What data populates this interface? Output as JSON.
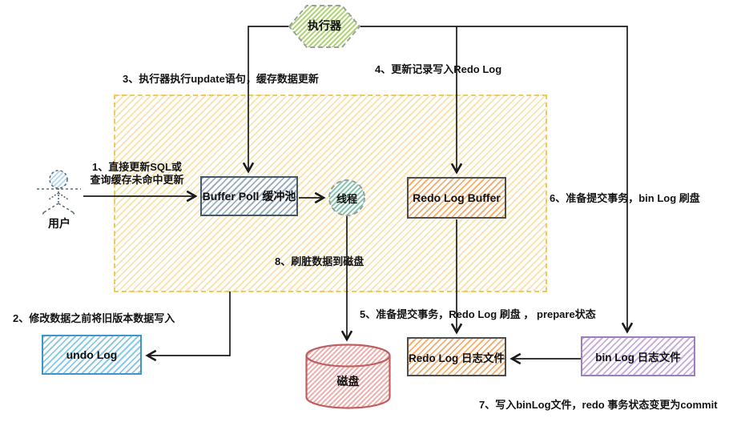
{
  "diagram": {
    "nodes": {
      "executor": {
        "label": "执行器",
        "fill": "#a8cf6f",
        "border": "#9aa0a6"
      },
      "user": {
        "label": "用户"
      },
      "buffer_pool": {
        "label": "Buffer Poll 缓冲池",
        "fill": "#9db0c2",
        "border": "#41586d"
      },
      "thread": {
        "label": "线程",
        "fill": "#7fbfa5",
        "border": "#9aa0a6"
      },
      "redo_log_buffer": {
        "label": "Redo Log Buffer",
        "fill": "#f3b377",
        "border": "#4d4d4d"
      },
      "undo_log": {
        "label": "undo Log",
        "fill": "#8ecae6",
        "border": "#3f96c4"
      },
      "disk": {
        "label": "磁盘",
        "fill": "#e59c9a",
        "border": "#bf6060"
      },
      "redo_log_file": {
        "label": "Redo Log 日志文件",
        "fill": "#f3b377",
        "border": "#4d4d4d"
      },
      "bin_log_file": {
        "label": "bin Log 日志文件",
        "fill": "#c8afdd",
        "border": "#9b7fc0"
      },
      "innodb_region": {
        "fill": "#f3d380",
        "border": "#f0c95f"
      }
    },
    "annotations": {
      "step1_line1": "1、直接更新SQL或",
      "step1_line2": "查询缓存未命中更新",
      "step2": "2、修改数据之前将旧版本数据写入",
      "step3": "3、执行器执行update语句，缓存数据更新",
      "step4": "4、更新记录写入Redo Log",
      "step5": "5、准备提交事务，Redo Log 刷盘 ， prepare状态",
      "step6": "6、准备提交事务，bin Log 刷盘",
      "step7": "7、写入binLog文件，redo 事务状态变更为commit",
      "step8": "8、刷脏数据到磁盘"
    }
  }
}
